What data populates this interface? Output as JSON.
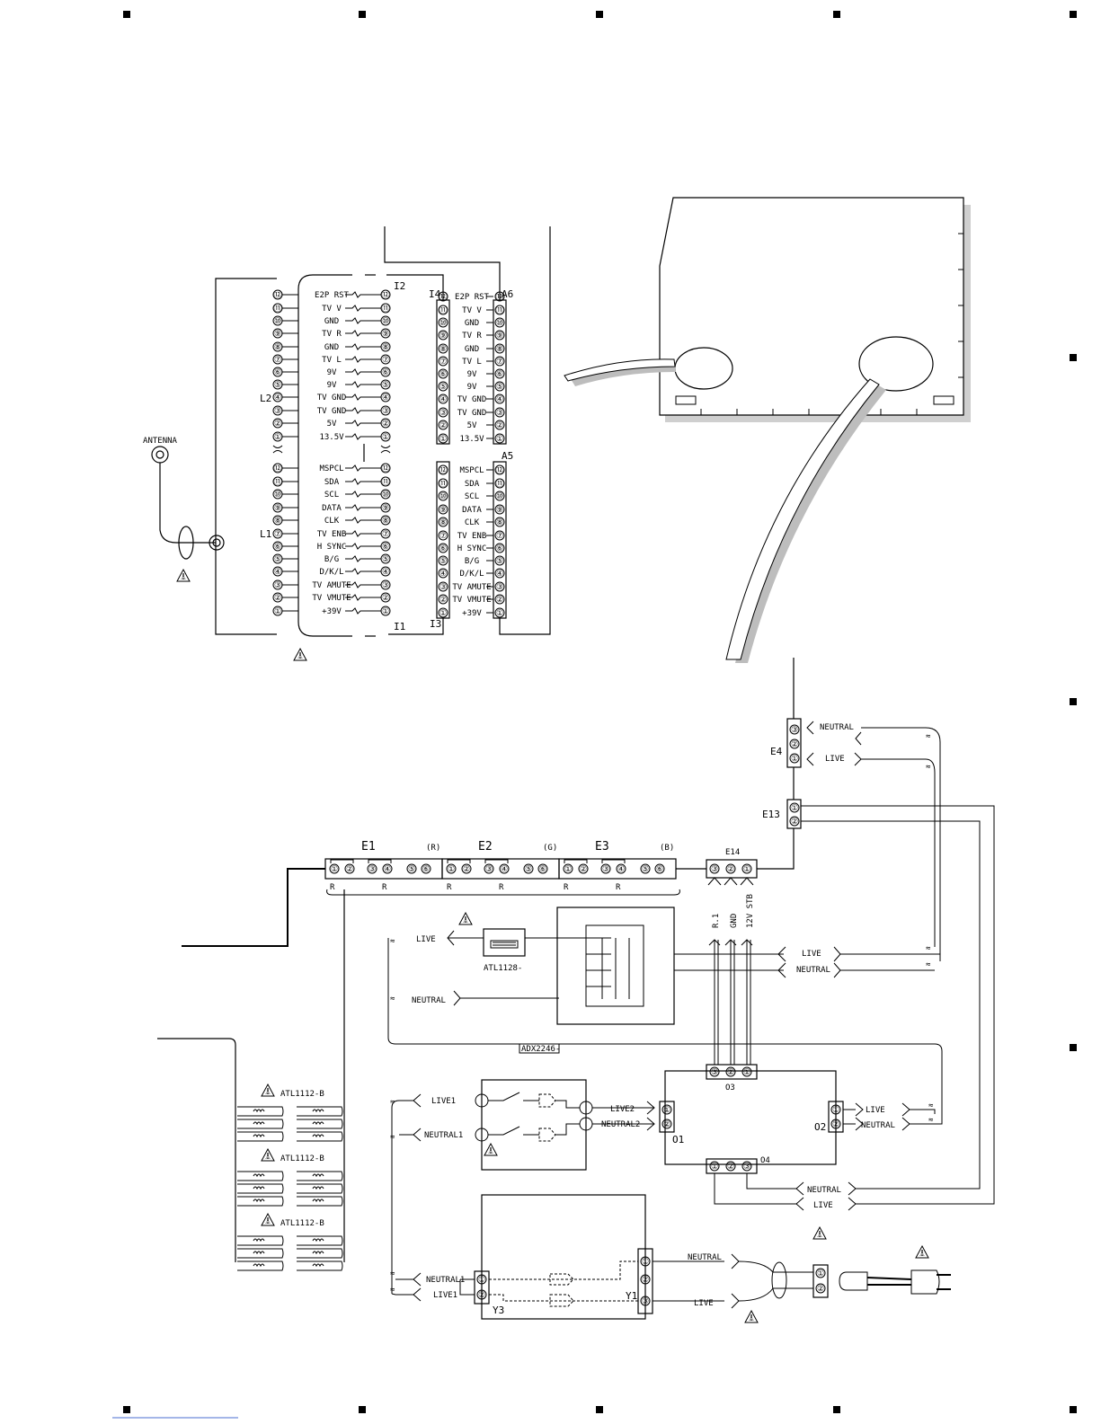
{
  "connectors": {
    "I2": "I2",
    "I1": "I1",
    "I4": "I4",
    "I3": "I3",
    "A6": "A6",
    "A5": "A5",
    "L2": "L2",
    "L1": "L1",
    "E4": "E4",
    "E13": "E13",
    "E14": "E14",
    "E1": "E1",
    "E2": "E2",
    "E3": "E3",
    "O1": "O1",
    "O2": "O2",
    "O3": "O3",
    "O4": "O4",
    "Y1": "Y1",
    "Y3": "Y3"
  },
  "antenna_label": "ANTENNA",
  "signals_upper": [
    "E2P RST",
    "TV V",
    "GND",
    "TV R",
    "GND",
    "TV L",
    "9V",
    "9V",
    "TV GND",
    "TV GND",
    "5V",
    "13.5V"
  ],
  "signals_lower": [
    "MSPCL",
    "SDA",
    "SCL",
    "DATA",
    "CLK",
    "TV ENB",
    "H SYNC",
    "B/G",
    "D/K/L",
    "TV AMUTE",
    "TV VMUTE",
    "+39V"
  ],
  "pin_upper": [
    "⑫",
    "⑪",
    "⑩",
    "⑨",
    "⑧",
    "⑦",
    "⑥",
    "⑤",
    "④",
    "③",
    "②",
    "①"
  ],
  "pin_lower": [
    "⑫",
    "⑪",
    "⑩",
    "⑨",
    "⑧",
    "⑦",
    "⑥",
    "⑤",
    "④",
    "③",
    "②",
    "①"
  ],
  "e_board_colors": {
    "E1": "(R)",
    "E2": "(G)",
    "E3": "(B)"
  },
  "e_pins": [
    "①",
    "②",
    "③",
    "④",
    "⑤",
    "⑥"
  ],
  "r_mark": "R",
  "e14_pins": [
    "③",
    "②",
    "①"
  ],
  "e14_signals": [
    "R.1",
    "GND",
    "12V STB"
  ],
  "power": {
    "live": "LIVE",
    "neutral": "NEUTRAL",
    "live1": "LIVE1",
    "neutral1": "NEUTRAL1",
    "live2": "LIVE2",
    "neutral2": "NEUTRAL2"
  },
  "parts": {
    "transformer": "ATL1128-",
    "cable": "ADX2246-",
    "coil": "ATL1112-B"
  },
  "warning_symbol": "⚠",
  "wave_symbol": "≈"
}
